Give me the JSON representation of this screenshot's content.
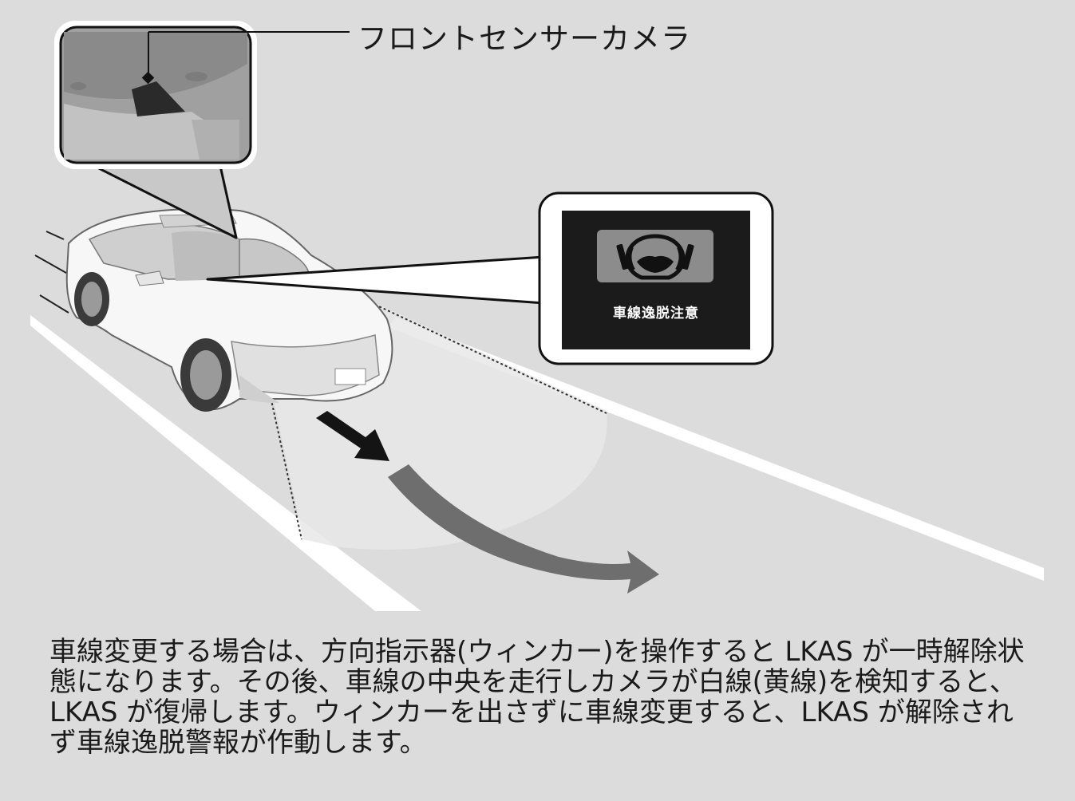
{
  "callout": {
    "label": "フロントセンサーカメラ"
  },
  "display": {
    "message": "車線逸脱注意"
  },
  "icons": {
    "camera": "front-sensor-camera-icon",
    "lane": "lane-departure-warning-icon"
  },
  "caption": {
    "text": "車線変更する場合は、方向指示器(ウィンカー)を操作すると LKAS が一時解除状態になります。その後、車線の中央を走行しカメラが白線(黄線)を検知すると、LKAS が復帰します。ウィンカーを出さずに車線変更すると、LKAS が解除されず車線逸脱警報が作動します。"
  },
  "colors": {
    "background": "#dcdcdc",
    "screen": "#1b1b1b",
    "arrow": "#6e6e6e"
  }
}
